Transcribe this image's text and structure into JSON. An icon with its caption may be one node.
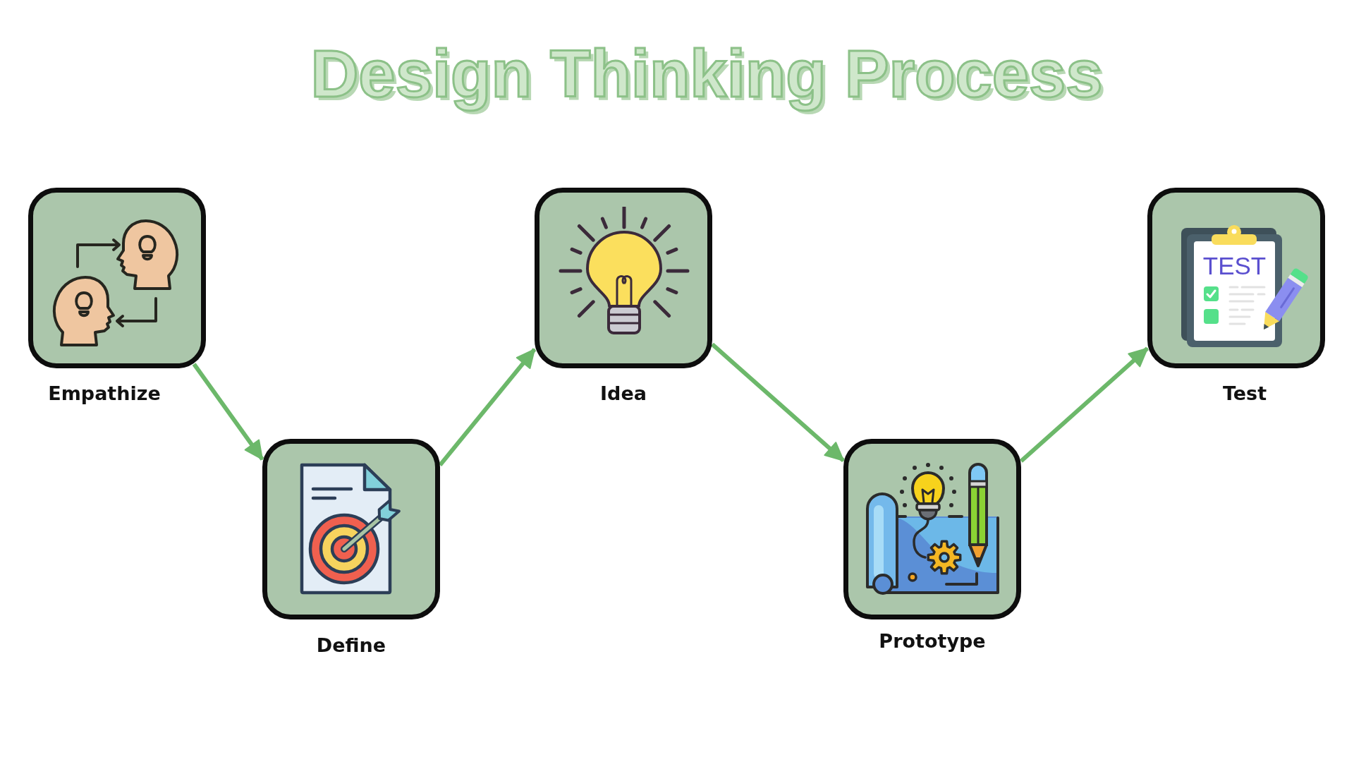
{
  "diagram": {
    "title": "Design Thinking Process",
    "nodes": [
      {
        "text": [
          "Empathize"
        ]
      },
      {
        "text": [
          "Define"
        ]
      },
      {
        "text": [
          "Idea"
        ]
      },
      {
        "text": [
          "Prototype"
        ]
      },
      {
        "text": [
          "TEST",
          "Test"
        ]
      }
    ],
    "edges": [
      {
        "from": 0,
        "to": 1,
        "arrow": "to"
      },
      {
        "from": 1,
        "to": 2,
        "arrow": "to"
      },
      {
        "from": 2,
        "to": 3,
        "arrow": "to"
      },
      {
        "from": 3,
        "to": 4,
        "arrow": "to"
      }
    ]
  }
}
